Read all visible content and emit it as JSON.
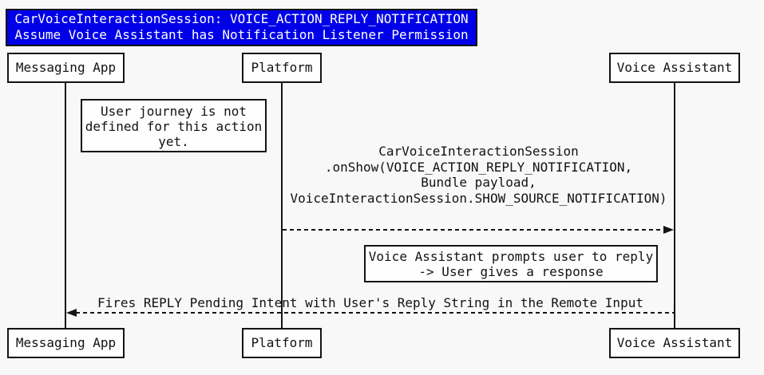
{
  "diagram": {
    "type": "sequence-diagram",
    "title": {
      "line1": "CarVoiceInteractionSession: VOICE_ACTION_REPLY_NOTIFICATION",
      "line2": "Assume Voice Assistant has Notification Listener Permission"
    },
    "participants": [
      {
        "label": "Messaging App"
      },
      {
        "label": "Platform"
      },
      {
        "label": "Voice Assistant"
      }
    ],
    "notes": [
      {
        "over": "Messaging App / Platform",
        "lines": [
          "User journey is not",
          "defined for this action",
          "yet."
        ]
      },
      {
        "over": "Platform / Voice Assistant",
        "lines": [
          "Voice Assistant prompts user to reply",
          "-> User gives a response"
        ]
      }
    ],
    "messages": [
      {
        "from": "Platform",
        "to": "Voice Assistant",
        "style": "dashed",
        "lines": [
          "CarVoiceInteractionSession",
          ".onShow(VOICE_ACTION_REPLY_NOTIFICATION,",
          "Bundle payload,",
          "VoiceInteractionSession.SHOW_SOURCE_NOTIFICATION)"
        ]
      },
      {
        "from": "Voice Assistant",
        "to": "Messaging App",
        "style": "dashed",
        "lines": [
          "Fires REPLY Pending Intent with User's Reply String in the Remote Input"
        ]
      }
    ],
    "colors": {
      "title_background": "#0000e8",
      "title_text": "#ffffff",
      "box_background": "#fefefe",
      "line_and_border": "#141414",
      "page_background": "#f8f8f8"
    }
  }
}
